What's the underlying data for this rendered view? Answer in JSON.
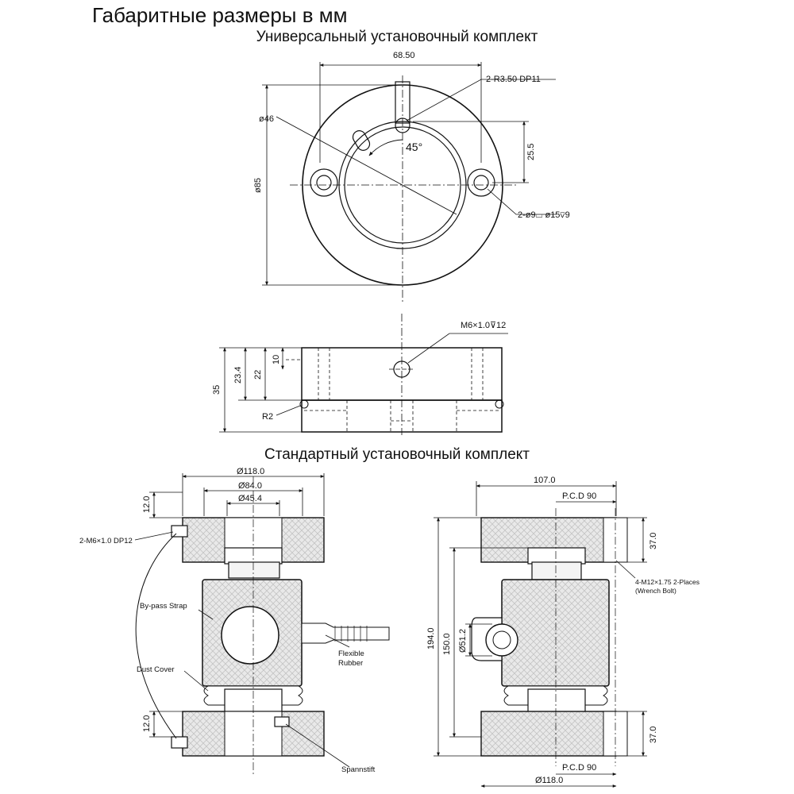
{
  "title": "Габаритные размеры в мм",
  "sections": {
    "universal": "Универсальный установочный комплект",
    "standard": "Стандартный установочный комплект"
  },
  "top_view": {
    "width_dim": "68.50",
    "radius_note": "2-R3.50 DP11",
    "inner_dia": "ø46",
    "outer_dia": "ø85",
    "angle": "45°",
    "offset_dim": "25.5",
    "hole_note": "2-ø9⌴ ø15⊽9"
  },
  "side_view": {
    "thread_note": "M6×1.0⊽12",
    "h_total": "35",
    "h_23": "23.4",
    "h_22": "22",
    "h_10": "10",
    "radius": "R2"
  },
  "front_view": {
    "d118": "Ø118.0",
    "d84": "Ø84.0",
    "d45": "Ø45.4",
    "h12_top": "12.0",
    "h12_bot": "12.0",
    "screw_note": "2-M6×1.0 DP12",
    "bypass": "By-pass Strap",
    "dust": "Dust Cover",
    "flex1": "Flexible",
    "flex2": "Rubber",
    "spannstift": "Spannstift"
  },
  "right_view": {
    "w107": "107.0",
    "pcd_top": "P.C.D 90",
    "pcd_bot": "P.C.D 90",
    "h37_top": "37.0",
    "h37_bot": "37.0",
    "bolt1": "4-M12×1.75 2-Places",
    "bolt2": "(Wrench Bolt)",
    "h194": "194.0",
    "h150": "150.0",
    "d51": "Ø51.2",
    "d118b": "Ø118.0"
  }
}
